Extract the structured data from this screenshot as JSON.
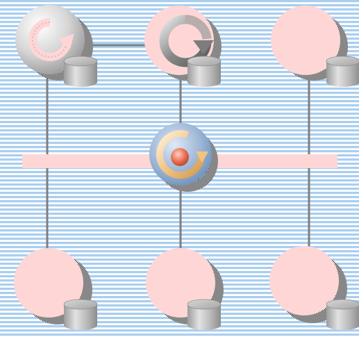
{
  "diagram": {
    "background": {
      "stripe_color": "#a9ceef",
      "base_color": "#ffffff"
    },
    "colors": {
      "node_fill": "#ffd6d6",
      "connector": "#7f7f7f",
      "bus_fill": "#ffd6d6",
      "cylinder_light": "#d9d9d9",
      "cylinder_dark": "#a6a6a6",
      "hub_blue": "#9db6d6",
      "hub_gold": "#f2c483",
      "hub_core": "#e86b4f"
    },
    "nodes": [
      {
        "id": "top-left",
        "icon": "sync-icon",
        "style": "silver",
        "storage": "database-icon"
      },
      {
        "id": "top-center",
        "icon": "sync-icon",
        "style": "pink",
        "storage": "database-icon"
      },
      {
        "id": "top-right",
        "icon": "",
        "style": "pink",
        "storage": "database-icon"
      },
      {
        "id": "bottom-left",
        "icon": "",
        "style": "pink",
        "storage": "database-icon"
      },
      {
        "id": "bottom-center",
        "icon": "",
        "style": "pink",
        "storage": "database-icon"
      },
      {
        "id": "bottom-right",
        "icon": "",
        "style": "pink",
        "storage": "database-icon"
      }
    ],
    "hub": {
      "id": "central-hub",
      "icon": "hub-sync-icon"
    },
    "bus": {
      "id": "horizontal-bus"
    }
  }
}
